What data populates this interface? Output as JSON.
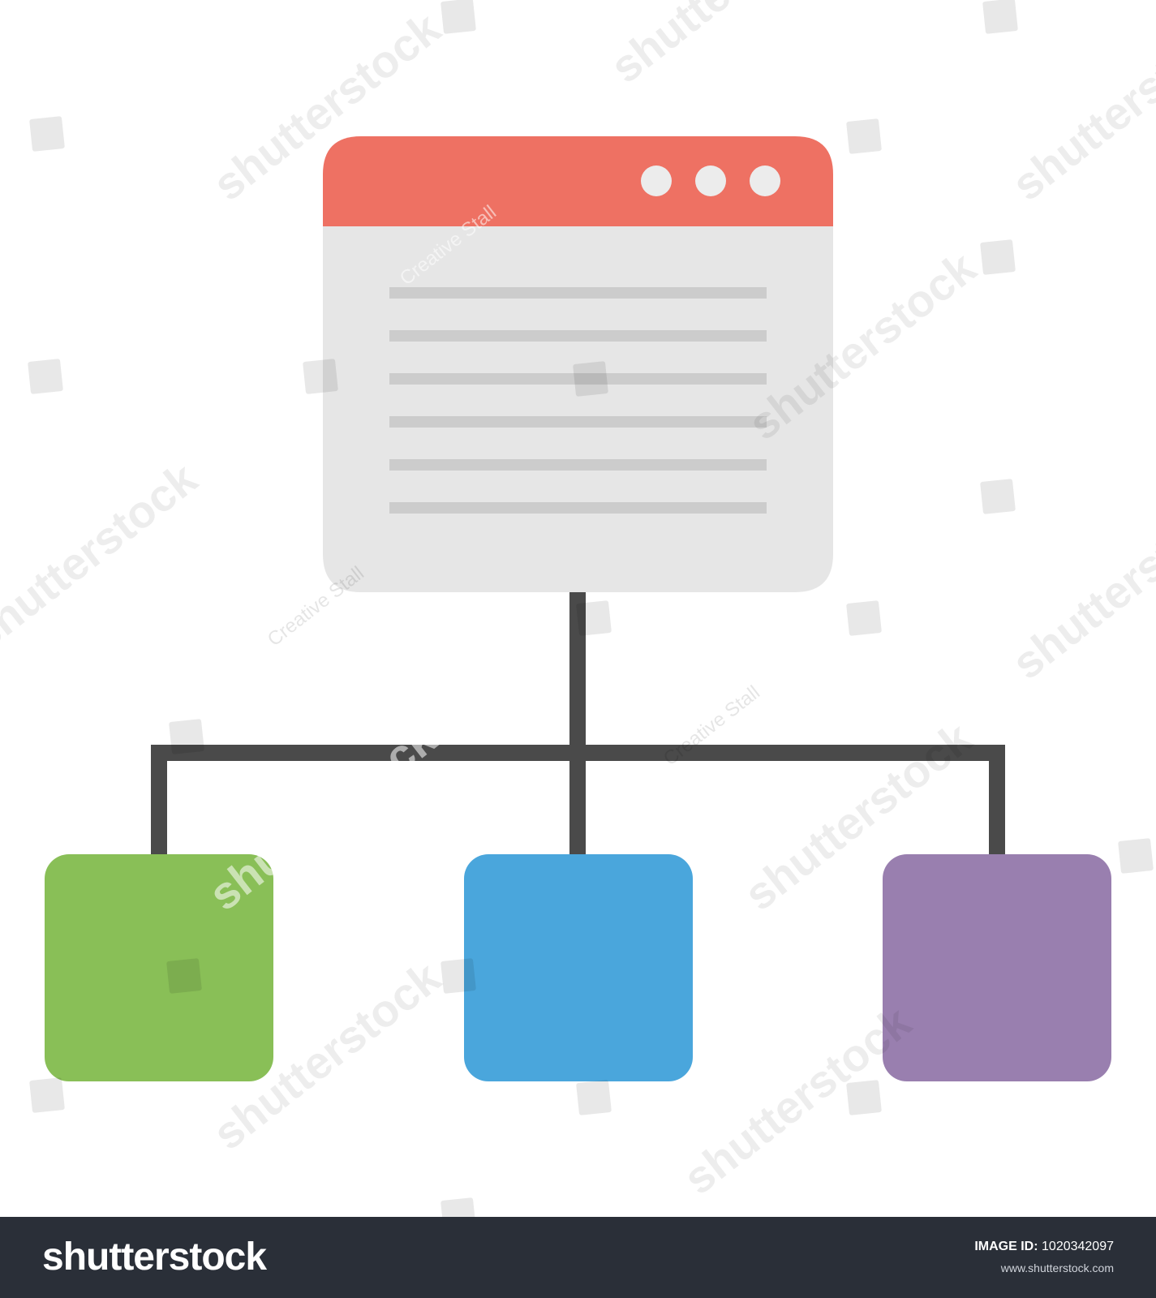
{
  "diagram": {
    "type": "hierarchy",
    "root": {
      "kind": "browser-window",
      "header_color": "#ee7163",
      "body_color": "#e6e6e6",
      "text_line_color": "#cccccc",
      "window_dots": 3,
      "text_lines": 6
    },
    "connector_color": "#4a4a4a",
    "children": [
      {
        "name": "child-box-green",
        "color": "#89bf57"
      },
      {
        "name": "child-box-blue",
        "color": "#4aa6dc"
      },
      {
        "name": "child-box-purple",
        "color": "#997faf"
      }
    ]
  },
  "watermark": {
    "brand": "shutterstock",
    "artist": "Creative Stall"
  },
  "footer": {
    "logo": "shutterstock",
    "image_id_label": "IMAGE ID:",
    "image_id": "1020342097",
    "url": "www.shutterstock.com"
  }
}
